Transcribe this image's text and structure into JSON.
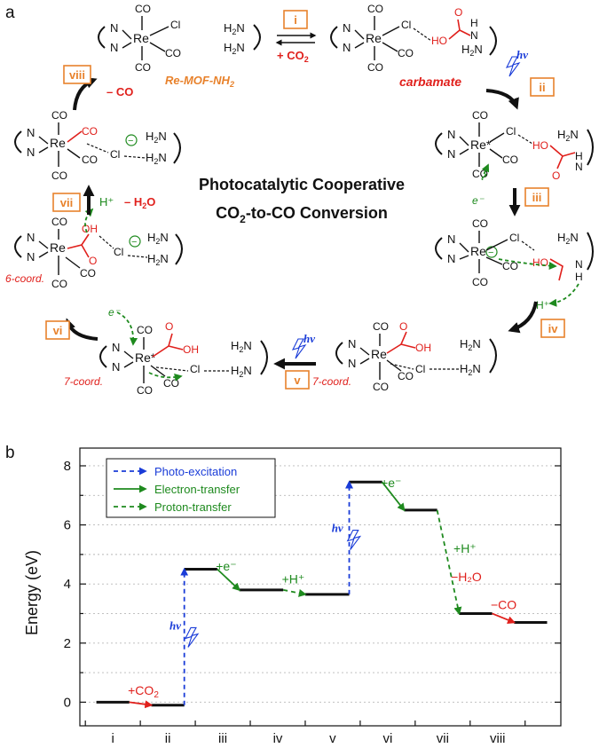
{
  "panels": {
    "a": "a",
    "b": "b"
  },
  "panel_a": {
    "title_line1": "Photocatalytic Cooperative",
    "title_line2_pre": "CO",
    "title_line2_sub": "2",
    "title_line2_post": "-to-CO Conversion",
    "steps": [
      "i",
      "ii",
      "iii",
      "iv",
      "v",
      "vi",
      "vii",
      "viii"
    ],
    "labels": {
      "mof": "Re-MOF-NH",
      "mof_sub": "2",
      "carbamate": "carbamate",
      "plus_co2": "+ CO",
      "plus_co2_sub": "2",
      "minus_co": "– CO",
      "minus_h2o": "– H",
      "minus_h2o_sub": "2",
      "minus_h2o_post": "O",
      "hplus": "H⁺",
      "eminus": "e⁻",
      "hv": "hν",
      "six_coord": "6-coord.",
      "seven_coord": "7-coord.",
      "minus_sign": "−"
    },
    "atoms": {
      "N": "N",
      "Re": "Re",
      "Re_star": "Re*",
      "CO": "CO",
      "Cl": "Cl",
      "O": "O",
      "OH": "OH",
      "HO": "HO",
      "H": "H",
      "N_H": "N",
      "H2N": "H₂N",
      "H2N_plain": "H",
      "sub2": "2"
    }
  },
  "chart_data": {
    "type": "line",
    "title": "",
    "xlabel": "",
    "ylabel": "Energy (eV)",
    "categories": [
      "i",
      "ii",
      "iii",
      "iv",
      "v",
      "vi",
      "vii",
      "viii"
    ],
    "ylim": [
      -0.8,
      8.6
    ],
    "yticks": [
      0,
      2,
      4,
      6,
      8
    ],
    "grid": true,
    "legend_position": "top-left",
    "levels": [
      {
        "x": [
          0.0,
          0.6
        ],
        "y": 0.0
      },
      {
        "x": [
          1.0,
          1.6
        ],
        "y": -0.1
      },
      {
        "x": [
          1.6,
          2.2
        ],
        "y": 4.5
      },
      {
        "x": [
          2.6,
          3.4
        ],
        "y": 3.8
      },
      {
        "x": [
          3.8,
          4.6
        ],
        "y": 3.65
      },
      {
        "x": [
          4.6,
          5.2
        ],
        "y": 7.45
      },
      {
        "x": [
          5.6,
          6.2
        ],
        "y": 6.5
      },
      {
        "x": [
          6.6,
          7.2
        ],
        "y": 3.0
      },
      {
        "x": [
          7.6,
          8.2
        ],
        "y": 2.7
      }
    ],
    "transitions": [
      {
        "kind": "reaction",
        "from": 0,
        "to": 1,
        "label": "+CO",
        "label_sub": "2"
      },
      {
        "kind": "photo",
        "from": 1,
        "to": 2,
        "label": ""
      },
      {
        "kind": "electron",
        "from": 2,
        "to": 3,
        "label": "+e⁻"
      },
      {
        "kind": "proton",
        "from": 3,
        "to": 4,
        "label": "+H⁺"
      },
      {
        "kind": "photo",
        "from": 4,
        "to": 5,
        "label": ""
      },
      {
        "kind": "electron",
        "from": 5,
        "to": 6,
        "label": "+e⁻"
      },
      {
        "kind": "proton",
        "from": 6,
        "to": 7,
        "label": "+H⁺"
      },
      {
        "kind": "reaction",
        "from": 7,
        "to": 8,
        "label": "−CO"
      }
    ],
    "extra_labels": {
      "water": "−H₂O",
      "hv": "hν"
    },
    "legend": [
      {
        "label": "Photo-excitation",
        "style": "blue-dashed"
      },
      {
        "label": "Electron-transfer",
        "style": "green-solid"
      },
      {
        "label": "Proton-transfer",
        "style": "green-dashed"
      }
    ],
    "colors": {
      "photo": "#1a3cd8",
      "electron": "#1e8a1e",
      "proton": "#1e8a1e",
      "reaction": "#e0201c",
      "level": "#111111",
      "legend_text": "#1a3cd8"
    }
  }
}
